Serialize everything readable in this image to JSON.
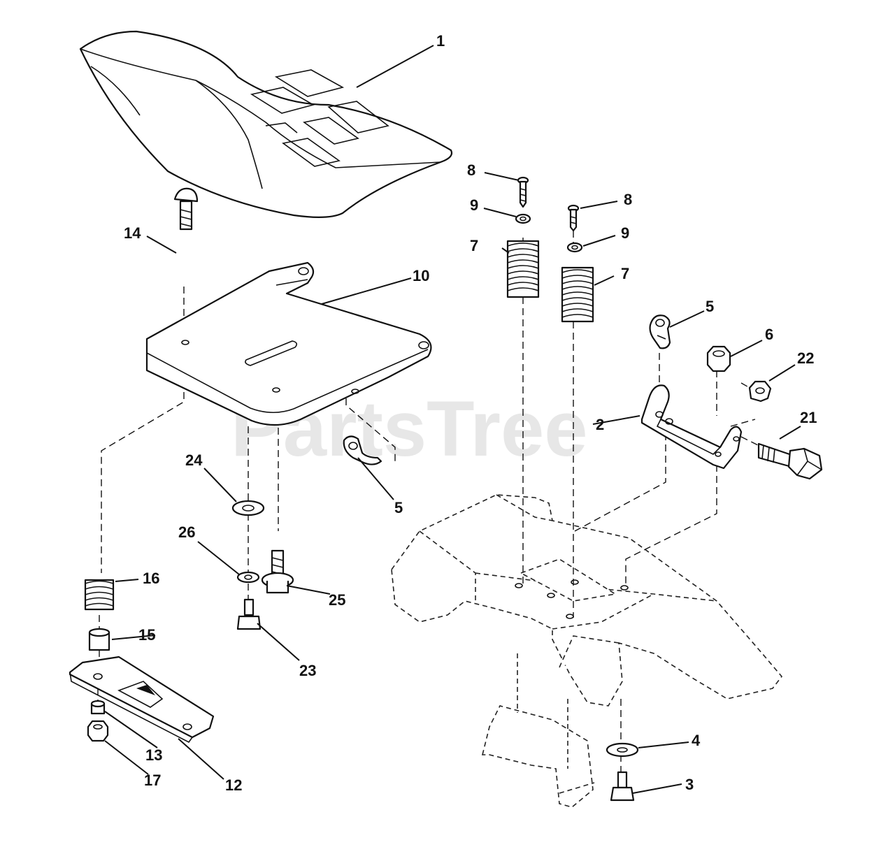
{
  "watermark": "PartsTree",
  "callouts": [
    {
      "id": "c1",
      "label": "1"
    },
    {
      "id": "c2",
      "label": "2"
    },
    {
      "id": "c3",
      "label": "3"
    },
    {
      "id": "c4",
      "label": "4"
    },
    {
      "id": "c5a",
      "label": "5"
    },
    {
      "id": "c5b",
      "label": "5"
    },
    {
      "id": "c6",
      "label": "6"
    },
    {
      "id": "c7a",
      "label": "7"
    },
    {
      "id": "c7b",
      "label": "7"
    },
    {
      "id": "c8a",
      "label": "8"
    },
    {
      "id": "c8b",
      "label": "8"
    },
    {
      "id": "c9a",
      "label": "9"
    },
    {
      "id": "c9b",
      "label": "9"
    },
    {
      "id": "c10",
      "label": "10"
    },
    {
      "id": "c12",
      "label": "12"
    },
    {
      "id": "c13",
      "label": "13"
    },
    {
      "id": "c14",
      "label": "14"
    },
    {
      "id": "c15",
      "label": "15"
    },
    {
      "id": "c16",
      "label": "16"
    },
    {
      "id": "c17",
      "label": "17"
    },
    {
      "id": "c21",
      "label": "21"
    },
    {
      "id": "c22",
      "label": "22"
    },
    {
      "id": "c23",
      "label": "23"
    },
    {
      "id": "c24",
      "label": "24"
    },
    {
      "id": "c25",
      "label": "25"
    },
    {
      "id": "c26",
      "label": "26"
    }
  ]
}
